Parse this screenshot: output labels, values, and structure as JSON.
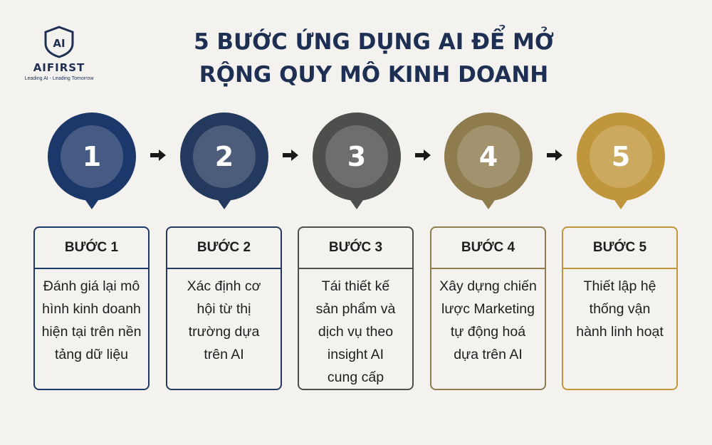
{
  "logo": {
    "mark": "AI",
    "name": "AIFIRST",
    "tagline": "Leading AI - Leading Tomorrow"
  },
  "title": {
    "line1": "5 BƯỚC ỨNG DỤNG AI ĐỂ MỞ",
    "line2": "RỘNG QUY MÔ KINH DOANH"
  },
  "steps": [
    {
      "number": "1",
      "heading": "BƯỚC 1",
      "lines": [
        "Đánh giá lại mô",
        "hình kinh doanh",
        "hiện tại trên nền",
        "tảng dữ liệu"
      ],
      "color": "#1c3769"
    },
    {
      "number": "2",
      "heading": "BƯỚC 2",
      "lines": [
        "Xác định cơ",
        "hội từ thị",
        "trường dựa",
        "trên AI"
      ],
      "color": "#233a5e"
    },
    {
      "number": "3",
      "heading": "BƯỚC 3",
      "lines": [
        "Tái thiết kế",
        "sản phẩm và",
        "dịch vụ theo",
        "insight AI",
        "cung cấp"
      ],
      "color": "#4d4f4d"
    },
    {
      "number": "4",
      "heading": "BƯỚC 4",
      "lines": [
        "Xây dựng chiến",
        "lược Marketing",
        "tự động hoá",
        "dựa trên AI"
      ],
      "color": "#8e7b4e"
    },
    {
      "number": "5",
      "heading": "BƯỚC 5",
      "lines": [
        "Thiết lập hệ",
        "thống vận",
        "hành linh hoạt"
      ],
      "color": "#c0963c"
    }
  ],
  "arrow_icon": "right-arrow-icon"
}
